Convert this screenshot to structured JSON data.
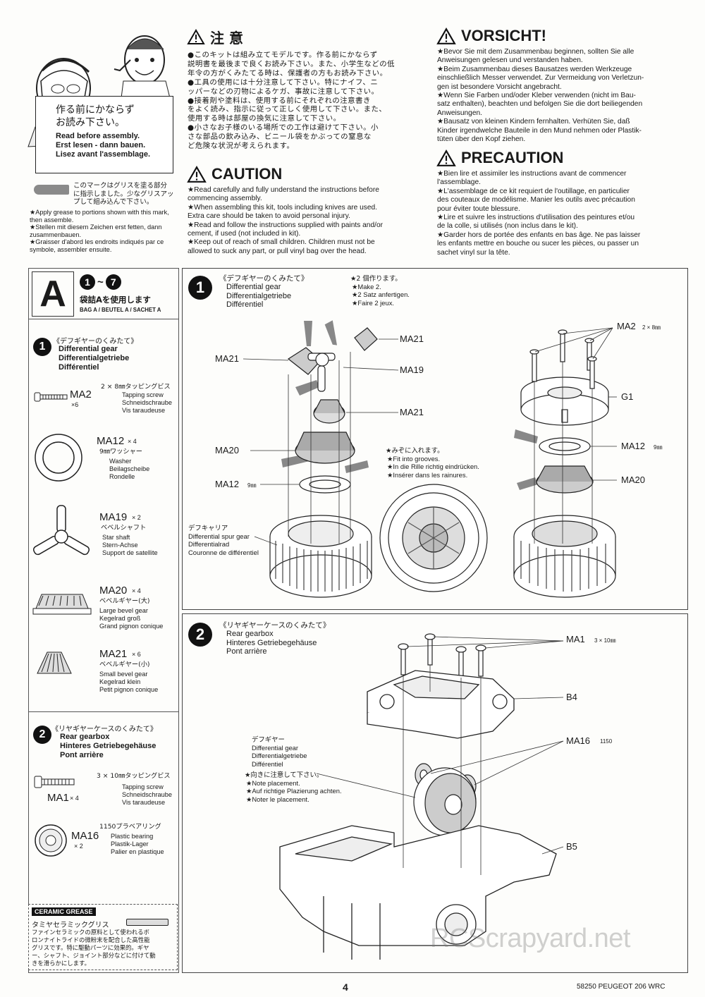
{
  "intro_card": {
    "jp_line1": "作る前にかならず",
    "jp_line2": "お読み下さい。",
    "en": "Read before assembly.",
    "de": "Erst lesen - dann bauen.",
    "fr": "Lisez avant l'assemblage."
  },
  "grease_note": {
    "jp": [
      "このマークはグリスを塗る部分",
      "に指示しました。少なグリスアッ",
      "プして組み込んで下さい。"
    ],
    "items": [
      "★Apply grease to portions shown with this mark, then assemble.",
      "★Stellen mit diesem Zeichen erst fetten, dann zusammenbauen.",
      "★Graisser d'abord les endroits indiqués par ce symbole, assembler ensuite."
    ]
  },
  "chui": {
    "title": "注 意",
    "lines": [
      "●このキットは組み立てモデルです。作る前にかならず",
      "説明書を最後まで良くお読み下さい。また、小学生などの低",
      "年令の方がくみたてる時は、保護者の方もお読み下さい。",
      "●工具の使用には十分注意して下さい。特にナイフ、ニ",
      "ッパーなどの刃物によるケガ、事故に注意して下さい。",
      "●接着剤や塗料は、使用する前にそれぞれの注意書き",
      "をよく読み、指示に従って正しく使用して下さい。また、",
      "使用する時は部屋の換気に注意して下さい。",
      "●小さなお子様のいる場所での工作は避けて下さい。小",
      "さな部品の飲み込み、ビニール袋をかぶっての窒息な",
      "ど危険な状況が考えられます。"
    ]
  },
  "caution": {
    "title": "CAUTION",
    "lines": [
      "★Read carefully and fully understand the instructions before",
      "commencing assembly.",
      "★When assembling this kit, tools including knives are used.",
      "Extra care should be taken to avoid personal injury.",
      "★Read and follow the instructions supplied with paints and/or",
      "cement, if used (not included in kit).",
      "★Keep out of reach of small children. Children must not be",
      "allowed to suck any part, or pull vinyl bag over the head."
    ]
  },
  "vorsicht": {
    "title": "VORSICHT!",
    "lines": [
      "★Bevor Sie mit dem Zusammenbau beginnen, sollten Sie alle",
      "Anweisungen gelesen und verstanden haben.",
      "★Beim Zusammenbau dieses Bausatzes werden Werkzeuge",
      "einschließlich Messer verwendet. Zur Vermeidung von Verletzun-",
      "gen ist besondere Vorsicht angebracht.",
      "★Wenn Sie Farben und/oder Kleber verwenden (nicht im Bau-",
      "satz enthalten), beachten und befolgen Sie die dort beiliegenden",
      "Anweisungen.",
      "★Bausatz von kleinen Kindern fernhalten. Verhüten Sie, daß",
      "Kinder irgendwelche Bauteile in den Mund nehmen oder Plastik-",
      "tüten über den Kopf ziehen."
    ]
  },
  "precaution": {
    "title": "PRECAUTION",
    "lines": [
      "★Bien lire et assimiler les instructions avant de commencer",
      "l'assemblage.",
      "★L'assemblage de ce kit requiert de l'outillage, en particulier",
      "des couteaux de modélisme. Manier les outils avec précaution",
      "pour éviter toute blessure.",
      "★Lire et suivre les instructions d'utilisation des peintures et/ou",
      "de la colle, si utilisés (non inclus dans le kit).",
      "★Garder hors de portée des enfants en bas âge. Ne pas laisser",
      "les enfants mettre en bouche ou sucer les pièces, ou passer un",
      "sachet vinyl sur la tête."
    ]
  },
  "bag": {
    "letter": "A",
    "range_from": "1",
    "range_sep": "~",
    "range_to": "7",
    "jp": "袋詰Aを使用します",
    "label": "BAG A / BEUTEL A / SACHET A"
  },
  "sidebar": {
    "step1": {
      "num": "1",
      "jp": "《デフギヤーのくみたて》",
      "en": "Differential gear",
      "de": "Differentialgetriebe",
      "fr": "Différentiel"
    },
    "parts1": [
      {
        "code": "MA2",
        "qty": "×6",
        "size": "2 × 8㎜タッピングビス",
        "desc": [
          "Tapping screw",
          "Schneidschraube",
          "Vis taraudeuse"
        ]
      },
      {
        "code": "MA12",
        "qty": "× 4",
        "size": "9㎜ワッシャー",
        "desc": [
          "Washer",
          "Beilagscheibe",
          "Rondelle"
        ]
      },
      {
        "code": "MA19",
        "qty": "× 2",
        "size": "ベベルシャフト",
        "desc": [
          "Star shaft",
          "Stern-Achse",
          "Support de satellite"
        ]
      },
      {
        "code": "MA20",
        "qty": "× 4",
        "size": "ベベルギヤー(大)",
        "desc": [
          "Large bevel gear",
          "Kegelrad groß",
          "Grand pignon conique"
        ]
      },
      {
        "code": "MA21",
        "qty": "× 6",
        "size": "ベベルギヤー(小)",
        "desc": [
          "Small bevel gear",
          "Kegelrad klein",
          "Petit pignon conique"
        ]
      }
    ],
    "step2": {
      "num": "2",
      "jp": "《リヤギヤーケースのくみたて》",
      "en": "Rear gearbox",
      "de": "Hinteres Getriebegehäuse",
      "fr": "Pont arrière"
    },
    "parts2": [
      {
        "code": "MA1",
        "qty": "× 4",
        "size": "3 × 10㎜タッピングビス",
        "desc": [
          "Tapping screw",
          "Schneidschraube",
          "Vis taraudeuse"
        ]
      },
      {
        "code": "MA16",
        "qty": "× 2",
        "size": "1150プラベアリング",
        "desc": [
          "Plastic bearing",
          "Plastik-Lager",
          "Palier en plastique"
        ]
      }
    ],
    "ceramic": {
      "badge": "CERAMIC GREASE",
      "jp_title": "タミヤセラミックグリス",
      "lines": [
        "ファインセラミックの原料として使われるボ",
        "ロンナイトライドの微粉末を配合した高性能",
        "グリスです。特に駆動パーツに効果的。ギヤ",
        "ー、シャフト、ジョイント部分などに付けて動",
        "きを滑らかにします。"
      ]
    }
  },
  "panel1": {
    "num": "1",
    "jp": "《デフギヤーのくみたて》",
    "en": "Differential gear",
    "de": "Differentialgetriebe",
    "fr": "Différentiel",
    "make_jp": "★2 個作ります。",
    "make": [
      "★Make 2.",
      "★2 Satz anfertigen.",
      "★Faire 2 jeux."
    ],
    "groove_jp": "★みぞに入れます。",
    "groove": [
      "★Fit into grooves.",
      "★In die Rille richtig eindrücken.",
      "★Insérer dans les rainures."
    ],
    "carrier_jp": "デフキャリア",
    "carrier": [
      "Differential spur gear",
      "Differentialrad",
      "Couronne de différentiel"
    ],
    "labels": {
      "ma21_a": "MA21",
      "ma21_b": "MA21",
      "ma19": "MA19",
      "ma21_c": "MA21",
      "ma20": "MA20",
      "ma12": "MA12",
      "ma12_size": "9㎜",
      "ma2": "MA2",
      "ma2_size": "2 × 8㎜",
      "g1": "G1",
      "ma12_r": "MA12",
      "ma12_r_size": "9㎜",
      "ma20_r": "MA20"
    }
  },
  "panel2": {
    "num": "2",
    "jp": "《リヤギヤーケースのくみたて》",
    "en": "Rear gearbox",
    "de": "Hinteres Getriebegehäuse",
    "fr": "Pont arrière",
    "diff_jp": "デフギヤー",
    "diff": [
      "Differential gear",
      "Differentialgetriebe",
      "Différentiel"
    ],
    "note_jp": "★向きに注意して下さい。",
    "note": [
      "★Note placement.",
      "★Auf richtige Plazierung achten.",
      "★Noter le placement."
    ],
    "labels": {
      "ma1": "MA1",
      "ma1_size": "3 × 10㎜",
      "b4": "B4",
      "ma16": "MA16",
      "ma16_size": "1150",
      "b5": "B5"
    }
  },
  "footer": {
    "page": "4",
    "model": "58250 PEUGEOT 206 WRC",
    "watermark": "RCScrapyard.net"
  }
}
